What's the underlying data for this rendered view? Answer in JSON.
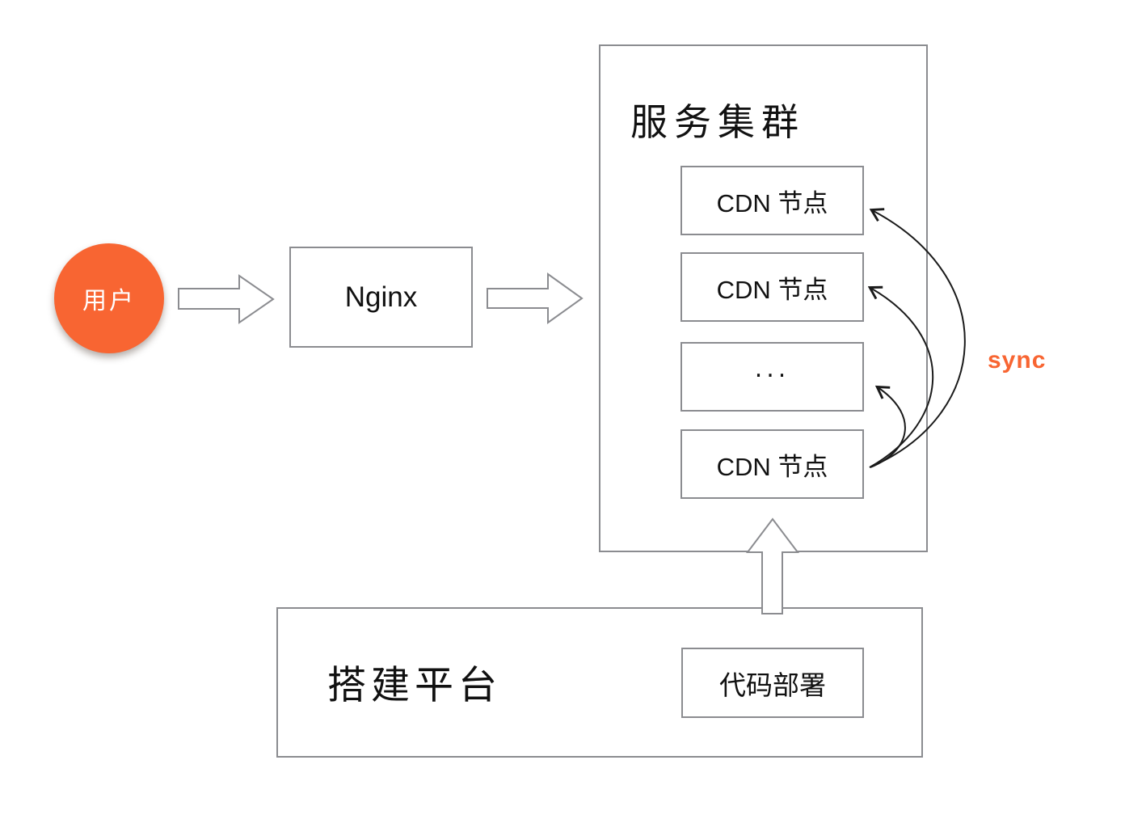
{
  "diagram": {
    "user": {
      "label": "用户"
    },
    "nginx": {
      "label": "Nginx"
    },
    "cluster": {
      "title": "服务集群",
      "nodes": [
        {
          "label": "CDN 节点"
        },
        {
          "label": "CDN 节点"
        },
        {
          "label": "..."
        },
        {
          "label": "CDN 节点"
        }
      ]
    },
    "sync": {
      "label": "sync"
    },
    "platform": {
      "title": "搭建平台",
      "deploy": {
        "label": "代码部署"
      }
    },
    "colors": {
      "accent_orange": "#F86532",
      "border_gray": "#8B8C90",
      "arrow_black": "#1A1A1A"
    }
  }
}
